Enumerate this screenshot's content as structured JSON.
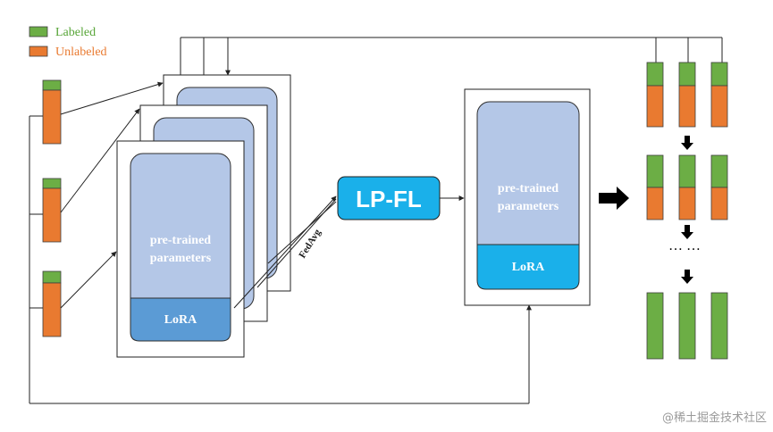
{
  "legend": {
    "labeled": "Labeled",
    "unlabeled": "Unlabeled",
    "colors": {
      "labeled": "#6cae45",
      "unlabeled": "#e97a30"
    }
  },
  "client_model": {
    "body_label_line1": "pre-trained",
    "body_label_line2": "parameters",
    "adapter_label": "LoRA"
  },
  "aggregation": {
    "label": "FedAvg"
  },
  "server": {
    "method_label": "LP-FL",
    "body_label_line1": "pre-trained",
    "body_label_line2": "parameters",
    "adapter_label": "LoRA"
  },
  "progression": {
    "ellipsis": "…  …"
  },
  "watermark": "@稀土掘金技术社区",
  "colors": {
    "pretrained_fill": "#b4c7e7",
    "client_lora_fill": "#5b9bd5",
    "server_lora_fill": "#1ab0ea",
    "lpfl_fill": "#1ab0ea"
  }
}
